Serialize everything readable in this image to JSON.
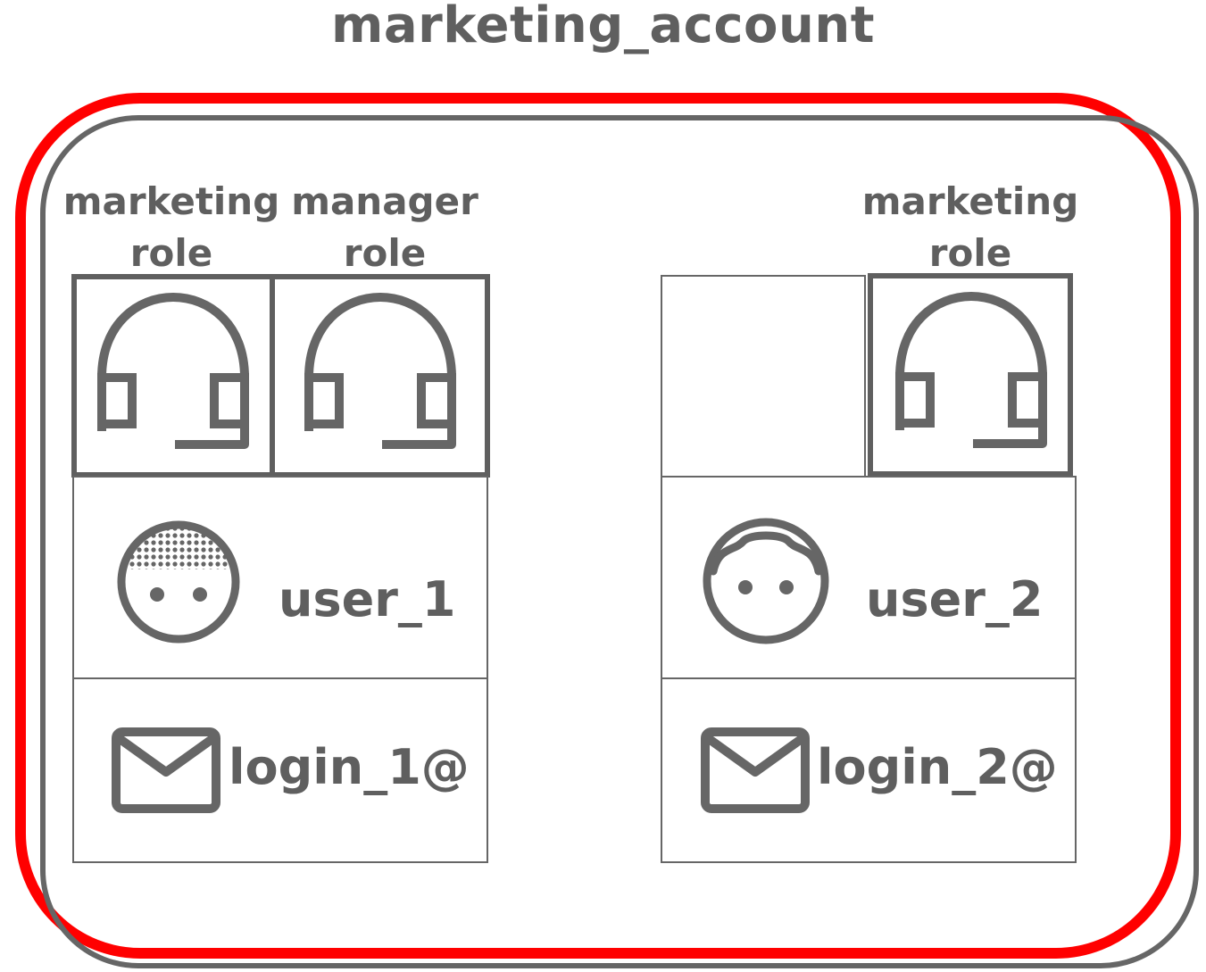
{
  "diagram": {
    "title": "marketing_account",
    "colors": {
      "account_border": "#ff0000",
      "frame": "#666666",
      "text": "#5f5f5f"
    },
    "users": [
      {
        "name": "user_1",
        "login": "login_1@",
        "avatar_icon": "user-dotted-hair-icon",
        "login_icon": "envelope-icon",
        "roles": [
          {
            "label_line1": "marketing",
            "label_line2": "role",
            "icon": "headset-icon"
          },
          {
            "label_line1": "manager",
            "label_line2": "role",
            "icon": "headset-icon"
          }
        ]
      },
      {
        "name": "user_2",
        "login": "login_2@",
        "avatar_icon": "user-hair-icon",
        "login_icon": "envelope-icon",
        "roles": [
          {
            "label_line1": "marketing",
            "label_line2": "role",
            "icon": "headset-icon"
          }
        ]
      }
    ]
  }
}
